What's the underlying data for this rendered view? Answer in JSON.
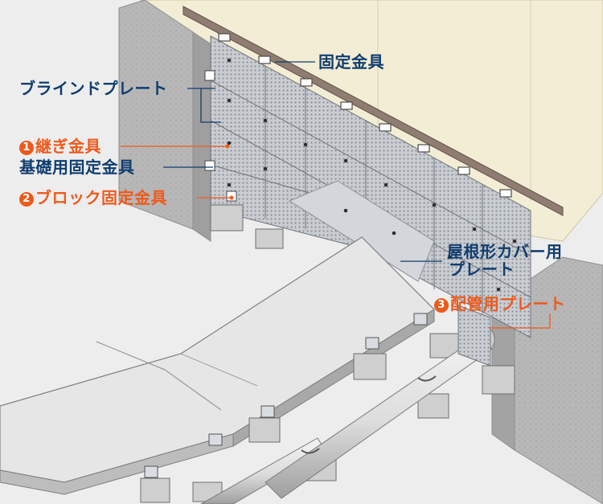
{
  "labels": {
    "fixing_bracket": "固定金具",
    "blind_plate": "ブラインドプレート",
    "joint_bracket": {
      "num": "1",
      "text": "継ぎ金具"
    },
    "foundation_bracket": "基礎用固定金具",
    "block_bracket": {
      "num": "2",
      "text": "ブロック固定金具"
    },
    "roof_cover_plate": {
      "line1": "屋根形カバー用",
      "line2": "プレート"
    },
    "piping_plate": {
      "num": "3",
      "text": "配管用プレート"
    }
  },
  "colors": {
    "callout_blue": "#0f3d6e",
    "callout_orange": "#ee5a1c",
    "wall": "#f3edd5",
    "concrete": "#b9b9b9",
    "metal": "#c7cbd1"
  }
}
